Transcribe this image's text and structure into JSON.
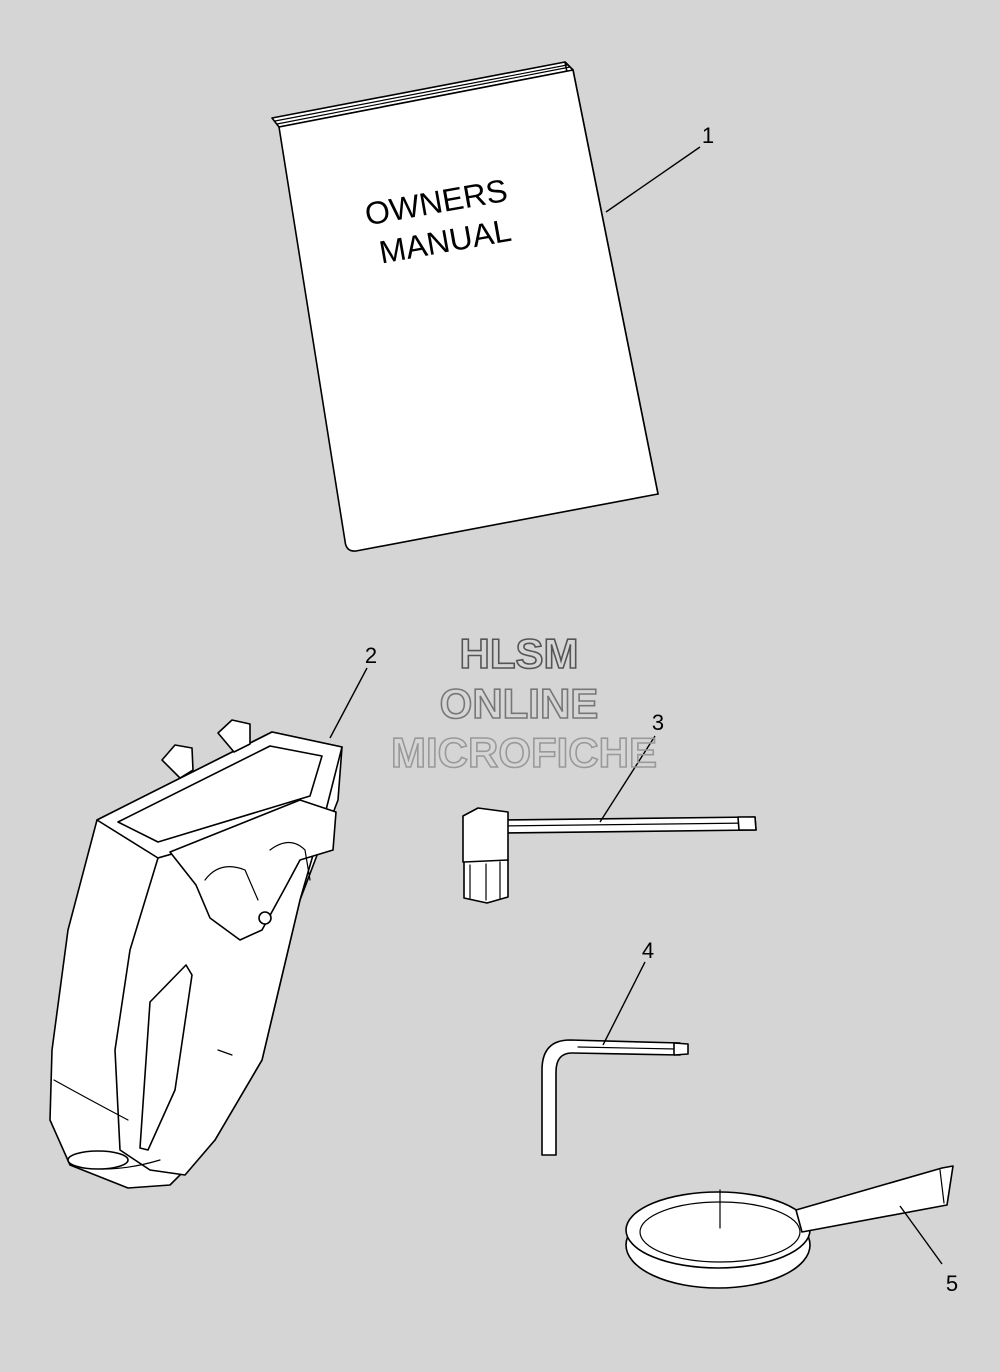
{
  "manual": {
    "line1": "OWNERS",
    "line2": "MANUAL"
  },
  "callouts": [
    "1",
    "2",
    "3",
    "4",
    "5"
  ],
  "watermark": {
    "line1": "HLSM",
    "line2": "ONLINE",
    "line3": "MICROFICHE"
  },
  "colors": {
    "background": "#d5d5d5",
    "part_fill": "#ffffff",
    "line": "#000000",
    "watermark_stroke": "#555555"
  }
}
